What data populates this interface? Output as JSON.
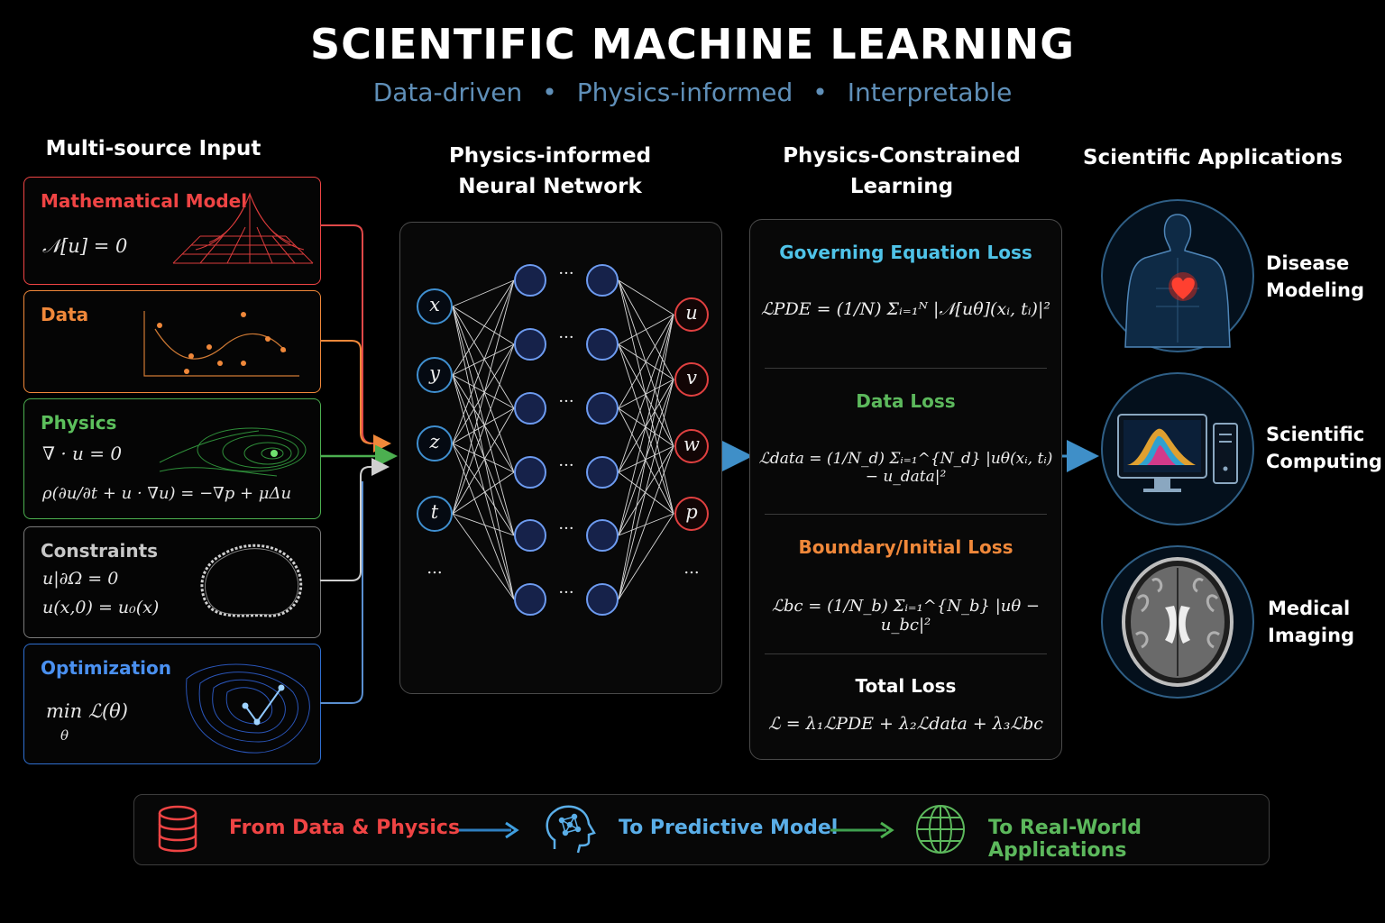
{
  "header": {
    "title": "SCIENTIFIC MACHINE LEARNING",
    "subtitle": [
      "Data-driven",
      "Physics-informed",
      "Interpretable"
    ],
    "dot": "•"
  },
  "columns": {
    "input": "Multi-source Input",
    "network": [
      "Physics-informed",
      "Neural Network"
    ],
    "learning": [
      "Physics-Constrained",
      "Learning"
    ],
    "applications": "Scientific Applications"
  },
  "inputs": [
    {
      "label": "Mathematical Model",
      "color": "#ef4444",
      "equations": [
        "𝒩[u] = 0"
      ]
    },
    {
      "label": "Data",
      "color": "#f0883a",
      "equations": []
    },
    {
      "label": "Physics",
      "color": "#4caf50",
      "equations": [
        "∇ · u = 0",
        "ρ(∂u/∂t + u · ∇u) = −∇p + μΔu"
      ]
    },
    {
      "label": "Constraints",
      "color": "#9a9a9a",
      "equations": [
        "u|∂Ω = 0",
        "u(x,0) = u₀(x)"
      ]
    },
    {
      "label": "Optimization",
      "color": "#3b82f6",
      "equations": [
        "min ℒ(θ)",
        "θ"
      ]
    }
  ],
  "network": {
    "inputs": [
      "x",
      "y",
      "z",
      "t"
    ],
    "outputs": [
      "u",
      "v",
      "w",
      "p"
    ],
    "ellipsis": "···",
    "vdots": "..."
  },
  "losses": [
    {
      "title": "Governing Equation Loss",
      "color": "#4fc3e8",
      "equation": "ℒPDE = (1/N) Σᵢ₌₁ᴺ |𝒩[uθ](xᵢ, tᵢ)|²"
    },
    {
      "title": "Data Loss",
      "color": "#5cb85c",
      "equation": "ℒdata = (1/N_d) Σᵢ₌₁^{N_d} |uθ(xᵢ, tᵢ) − u_data|²"
    },
    {
      "title": "Boundary/Initial Loss",
      "color": "#f0883a",
      "equation": "ℒbc = (1/N_b) Σᵢ₌₁^{N_b} |uθ − u_bc|²"
    },
    {
      "title": "Total Loss",
      "color": "#ffffff",
      "equation": "ℒ = λ₁ℒPDE + λ₂ℒdata + λ₃ℒbc"
    }
  ],
  "applications": [
    {
      "label": [
        "Disease",
        "Modeling"
      ]
    },
    {
      "label": [
        "Scientific",
        "Computing"
      ]
    },
    {
      "label": [
        "Medical",
        "Imaging"
      ]
    }
  ],
  "bottom": {
    "step1": "From Data & Physics",
    "step2": "To Predictive Model",
    "step3": "To Real-World Applications",
    "colors": {
      "step1": "#ef4444",
      "step2": "#5aaee8",
      "step3": "#5cb85c"
    }
  }
}
